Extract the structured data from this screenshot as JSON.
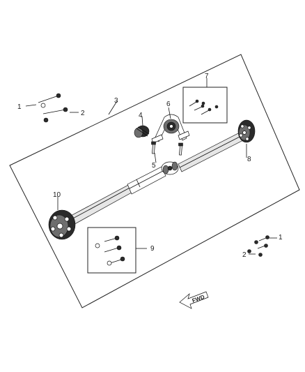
{
  "callouts": {
    "c1_left": "1",
    "c2_left": "2",
    "c3": "3",
    "c4": "4",
    "c5": "5",
    "c6": "6",
    "c7": "7",
    "c8": "8",
    "c9": "9",
    "c10": "10",
    "c1_right": "1",
    "c2_right": "2"
  },
  "direction_arrow": {
    "label": "FWD"
  },
  "icons": [
    "bolt-icon",
    "nut-icon",
    "flex-disc-icon",
    "center-bearing-icon",
    "drive-shaft-icon",
    "direction-arrow-icon"
  ]
}
